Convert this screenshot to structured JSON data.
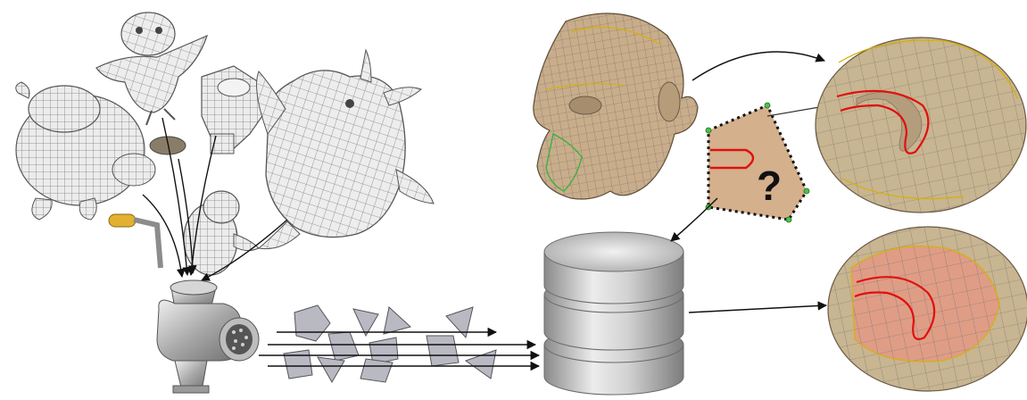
{
  "figure": {
    "question_mark": "?",
    "palette": {
      "mesh_fill": "#e8e8e8",
      "mesh_line": "#7a7a7a",
      "skin": "#c9ad8a",
      "skin_dark": "#9c8262",
      "patch_fill": "#d4b08c",
      "curve_red": "#e01010",
      "boundary_yellow": "#d8b000",
      "boundary_green": "#3cb043",
      "highlight_patch": "#e79b86",
      "db_light": "#e6e6e6",
      "db_dark": "#8d8d8d",
      "arrow": "#111111"
    },
    "icons": [
      "cartoon-mesh-models",
      "meat-grinder-icon",
      "mesh-patches",
      "database-icon",
      "head-mesh",
      "query-patch",
      "retrieved-result-top",
      "retrieved-result-bottom"
    ]
  }
}
